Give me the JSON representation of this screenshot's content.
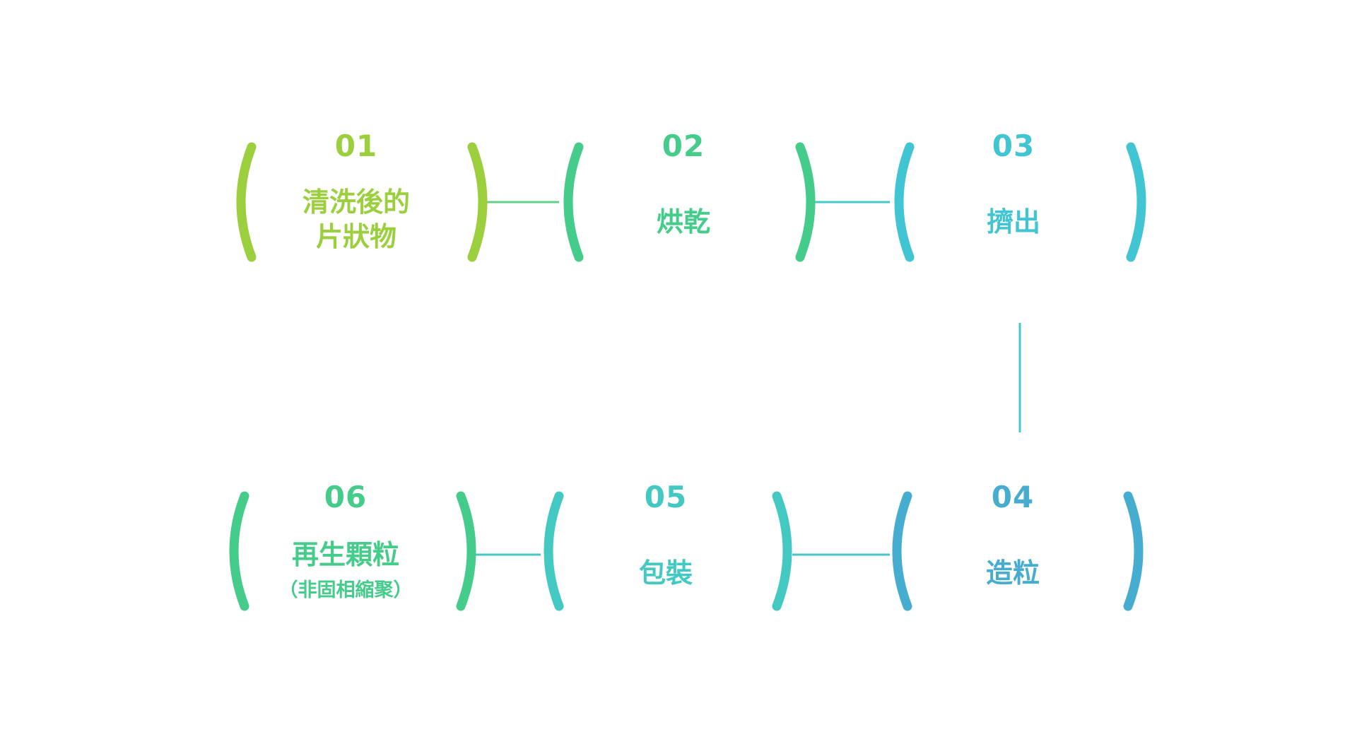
{
  "steps": [
    {
      "id": "01",
      "number": "01",
      "label_lines": [
        "清洗後的",
        "片狀物"
      ],
      "note": "",
      "color": "#9ccf3e"
    },
    {
      "id": "02",
      "number": "02",
      "label_lines": [
        "烘乾"
      ],
      "note": "",
      "color": "#45cc8a"
    },
    {
      "id": "03",
      "number": "03",
      "label_lines": [
        "擠出"
      ],
      "note": "",
      "color": "#42c5d2"
    },
    {
      "id": "04",
      "number": "04",
      "label_lines": [
        "造粒"
      ],
      "note": "",
      "color": "#47add0"
    },
    {
      "id": "05",
      "number": "05",
      "label_lines": [
        "包裝"
      ],
      "note": "",
      "color": "#44c9c2"
    },
    {
      "id": "06",
      "number": "06",
      "label_lines": [
        "再生顆粒"
      ],
      "note": "（非固相縮聚）",
      "color": "#45cc8a"
    }
  ],
  "connector_colors": {
    "01-02": "#62d08a",
    "02-03": "#43cbc6",
    "03-04": "#42c8cf",
    "04-05": "#46c6c6",
    "05-06": "#45c9c2"
  }
}
